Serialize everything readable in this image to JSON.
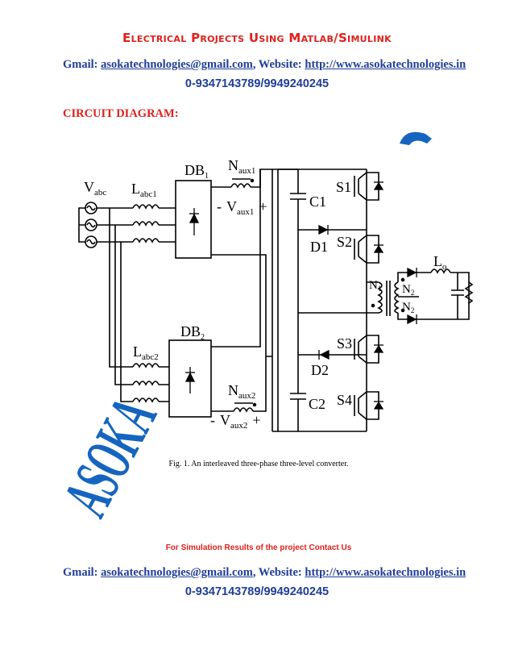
{
  "header": {
    "title": "Electrical Projects Using Matlab/Simulink",
    "gmail_label": "Gmail:",
    "email": "asokatechnologies@gmail.com",
    "website_label": ", Website:",
    "website": "http://www.asokatechnologies.in",
    "phone": "0-9347143789/9949240245"
  },
  "section_heading": "CIRCUIT DIAGRAM:",
  "figure": {
    "labels": {
      "vabc": "V",
      "vabc_sub": "abc",
      "labc1": "L",
      "labc1_sub": "abc1",
      "labc2": "L",
      "labc2_sub": "abc2",
      "db1": "DB",
      "db1_sub": "1",
      "db2": "DB",
      "db2_sub": "2",
      "naux1": "N",
      "naux1_sub": "aux1",
      "naux2": "N",
      "naux2_sub": "aux2",
      "vaux1_minus": "-",
      "vaux1": "V",
      "vaux1_sub": "aux1",
      "vaux1_plus": "+",
      "vaux2_minus": "-",
      "vaux2": "V",
      "vaux2_sub": "aux2",
      "vaux2_plus": "+",
      "c1": "C1",
      "c2": "C2",
      "d1": "D1",
      "d2": "D2",
      "s1": "S1",
      "s2": "S2",
      "s3": "S3",
      "s4": "S4",
      "n1": "N",
      "n1_sub": "1",
      "n2a": "N",
      "n2a_sub": "2",
      "n2b": "N",
      "n2b_sub": "2",
      "lo": "L",
      "lo_sub": "o"
    },
    "caption": "Fig. 1. An interleaved three-phase three-level converter.",
    "watermark": "ASOKA"
  },
  "footer": {
    "simulation_note": "For Simulation Results of the project Contact Us",
    "gmail_label": "Gmail:",
    "email": "asokatechnologies@gmail.com",
    "website_label": ", Website:",
    "website": "http://www.asokatechnologies.in",
    "phone": "0-9347143789/9949240245"
  },
  "colors": {
    "title_red": "#e0201c",
    "contact_blue": "#1f3d99",
    "watermark_blue": "#1565c0"
  }
}
